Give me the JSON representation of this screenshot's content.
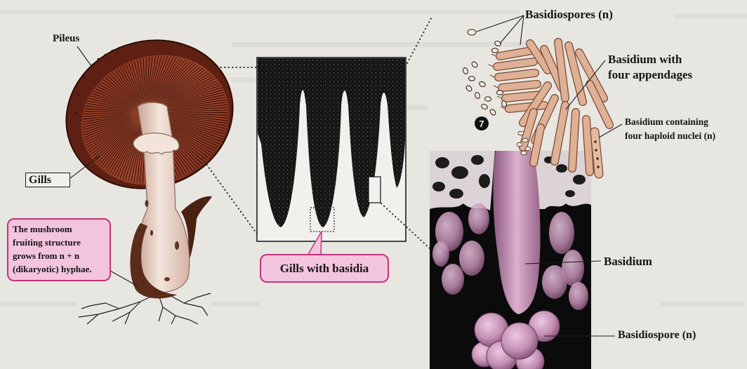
{
  "figure": {
    "labels": {
      "pileus": "Pileus",
      "gills": "Gills",
      "fruiting_note": [
        "The mushroom",
        "fruiting structure",
        "grows from n + n",
        "(dikaryotic) hyphae."
      ],
      "gills_with_basidia": "Gills with basidia",
      "basidiospores": "Basidiospores (n)",
      "basidium_appendages": [
        "Basidium with",
        "four appendages"
      ],
      "basidium_nuclei": [
        "Basidium containing",
        "four haploid nuclei (n)"
      ],
      "basidium": "Basidium",
      "basidiospore": "Basidiospore (n)"
    },
    "marker": "7"
  },
  "colors": {
    "paper": "#e8e6e1",
    "cap": "#5e2012",
    "callout_fill": "#f3c4dd",
    "callout_border": "#c2357c",
    "micrograph_pink": "#c994b9",
    "basidium_tan": "#deb095"
  }
}
